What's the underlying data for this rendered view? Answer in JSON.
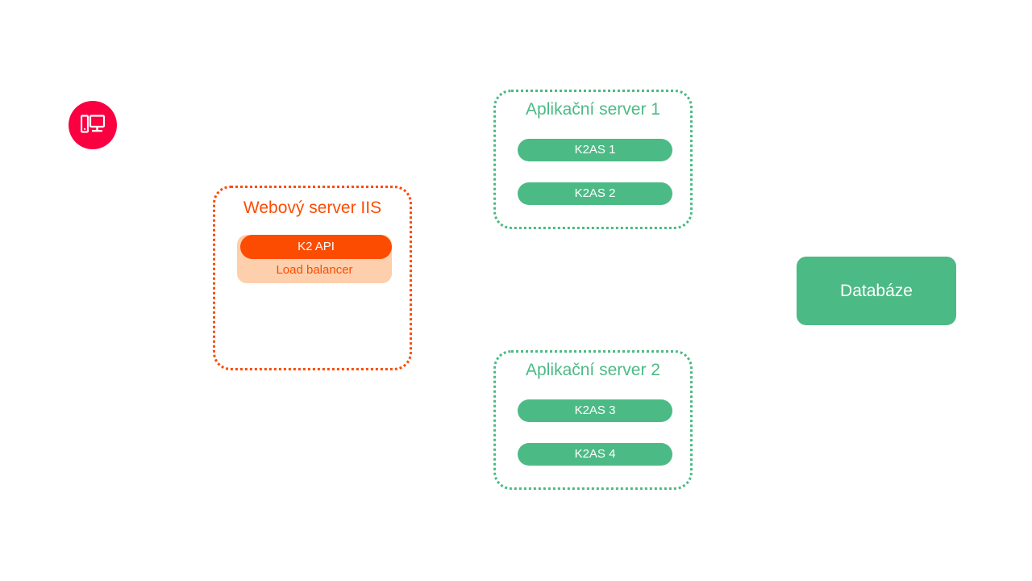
{
  "diagram": {
    "colors": {
      "client_red": "#fa0040",
      "orange": "#fc4c02",
      "orange_light": "#fdcfac",
      "green": "#4cba85",
      "white": "#ffffff",
      "background": "#ffffff"
    },
    "client": {
      "icon": "desktop-computer-icon"
    },
    "web_server": {
      "title": "Webový server IIS",
      "api_label": "K2 API",
      "load_balancer_label": "Load balancer"
    },
    "app_servers": [
      {
        "title": "Aplikační server 1",
        "nodes": [
          "K2AS 1",
          "K2AS 2"
        ]
      },
      {
        "title": "Aplikační server 2",
        "nodes": [
          "K2AS 3",
          "K2AS 4"
        ]
      }
    ],
    "database": {
      "label": "Databáze"
    }
  }
}
